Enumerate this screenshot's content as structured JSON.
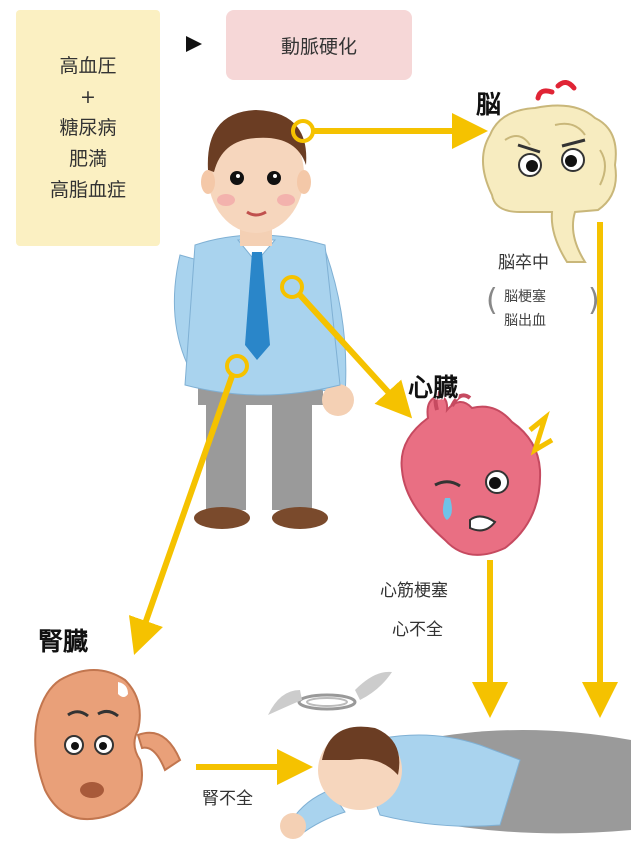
{
  "risk_factors": [
    "高血圧",
    "+",
    "糖尿病",
    "肥満",
    "高脂血症"
  ],
  "arteriosclerosis": "動脈硬化",
  "organs": {
    "brain": {
      "label": "脳",
      "disease": "脳卒中",
      "subtypes": [
        "脳梗塞",
        "脳出血"
      ]
    },
    "heart": {
      "label": "心臓",
      "diseases": [
        "心筋梗塞",
        "心不全"
      ]
    },
    "kidney": {
      "label": "腎臓",
      "disease": "腎不全"
    }
  },
  "colors": {
    "arrow": "#f5c200",
    "risk_box": "#fbf0c2",
    "athero_box": "#f6d7d7",
    "shirt": "#a9d3ee",
    "brain": "#f7ecc0",
    "heart": "#e96f83",
    "kidney": "#e9a079"
  }
}
